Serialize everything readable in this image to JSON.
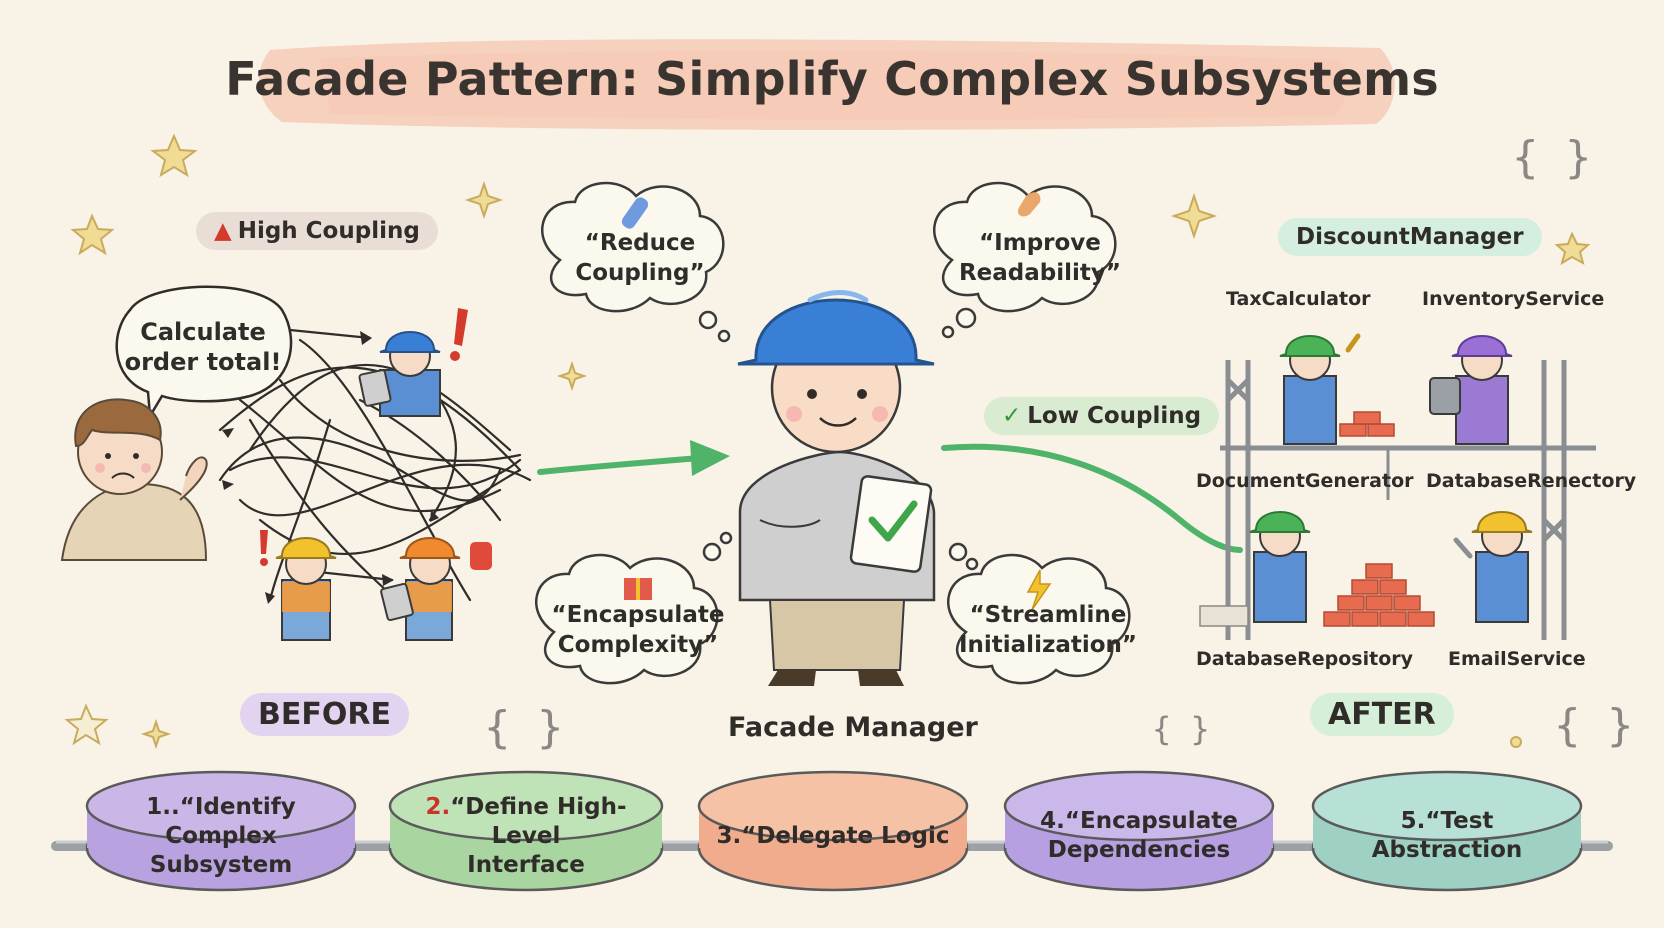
{
  "title": "Facade Pattern: Simplify Complex Subsystems",
  "before": {
    "warning_label": "High Coupling",
    "speech": [
      "Calculate",
      "order total!"
    ],
    "tag": "BEFORE"
  },
  "center": {
    "label": "Facade Manager",
    "clouds": [
      {
        "lines": [
          "“Reduce",
          "Coupling”"
        ]
      },
      {
        "lines": [
          "“Improve",
          "Readability”"
        ]
      },
      {
        "lines": [
          "“Encapsulate",
          "Complexity”"
        ]
      },
      {
        "lines": [
          "“Streamline",
          "Initialization”"
        ]
      }
    ]
  },
  "after": {
    "low_coupling_label": "Low Coupling",
    "discount_manager": "DiscountManager",
    "tax_calculator": "TaxCalculator",
    "inventory_service": "InventoryService",
    "document_generator": "DocumentGenerator",
    "database_repository_top": "DatabaseRenectory",
    "database_repository": "DatabaseRepository",
    "email_service": "EmailService",
    "tag": "AFTER"
  },
  "steps": [
    {
      "num": "1..",
      "lines": [
        "“Identify Complex",
        "Subsystem"
      ]
    },
    {
      "num": "2.",
      "lines": [
        "“Define High-Level",
        "Interface"
      ]
    },
    {
      "num": "3.",
      "lines": [
        "“Delegate Logic"
      ]
    },
    {
      "num": "4.",
      "lines": [
        "“Encapsulate",
        "Dependencies"
      ]
    },
    {
      "num": "5.",
      "lines": [
        "“Test",
        "Abstraction"
      ]
    }
  ],
  "braces": [
    "{ }",
    "{ }",
    "{ }",
    "{ }"
  ],
  "colors": {
    "background": "#f8f3e6",
    "helmet_blue": "#3a7fd6",
    "arrow_green": "#4fb46a",
    "warning_red": "#d43b2d",
    "step1": "#cbb6e8",
    "step2": "#bfe3b6",
    "step3": "#f6c2a6",
    "step4": "#cbb8ea",
    "step5": "#b7e0d6"
  }
}
